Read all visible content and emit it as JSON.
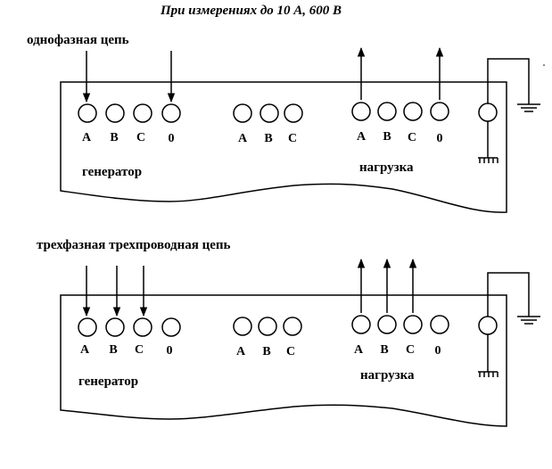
{
  "title": "При измерениях до 10 А, 600 В",
  "panels": [
    {
      "circuit_label": "однофазная цепь",
      "generator_terminals": [
        "A",
        "B",
        "C",
        "0"
      ],
      "middle_terminals": [
        "A",
        "B",
        "C"
      ],
      "load_terminals": [
        "A",
        "B",
        "C",
        "0"
      ],
      "generator_label": "генератор",
      "load_label": "нагрузка"
    },
    {
      "circuit_label": "трехфазная трехпроводная цепь",
      "generator_terminals": [
        "A",
        "B",
        "C",
        "0"
      ],
      "middle_terminals": [
        "A",
        "B",
        "C"
      ],
      "load_terminals": [
        "A",
        "B",
        "C",
        "0"
      ],
      "generator_label": "генератор",
      "load_label": "нагрузка"
    }
  ]
}
